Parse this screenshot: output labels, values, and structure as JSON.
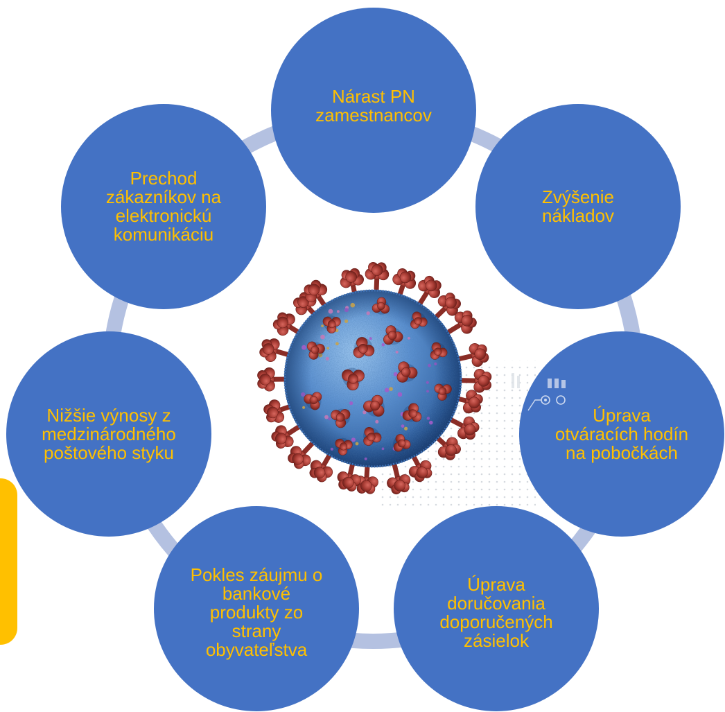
{
  "diagram": {
    "nodes": [
      {
        "lines": [
          "Nárast PN",
          "zamestnancov"
        ]
      },
      {
        "lines": [
          "Zvýšenie",
          "nákladov"
        ]
      },
      {
        "lines": [
          "Úprava",
          "otváracích hodín",
          "na pobočkách"
        ]
      },
      {
        "lines": [
          "Úprava",
          "doručovania",
          "doporučených",
          "zásielok"
        ]
      },
      {
        "lines": [
          "Pokles záujmu o",
          "bankové",
          "produkty zo",
          "strany",
          "obyvateľstva"
        ]
      },
      {
        "lines": [
          "Nižšie výnosy z",
          "medzinárodného",
          "poštového styku"
        ]
      },
      {
        "lines": [
          "Prechod",
          "zákazníkov na",
          "elektronickú",
          "komunikáciu"
        ]
      }
    ],
    "center_image": "coronavirus-illustration"
  },
  "colors": {
    "node_fill": "#4472c4",
    "node_text": "#ffc000",
    "connector": "#b4c1e1",
    "accent_tab": "#ffc000",
    "virus_body": "#4a7fc1",
    "virus_spike": "#b5473f"
  }
}
